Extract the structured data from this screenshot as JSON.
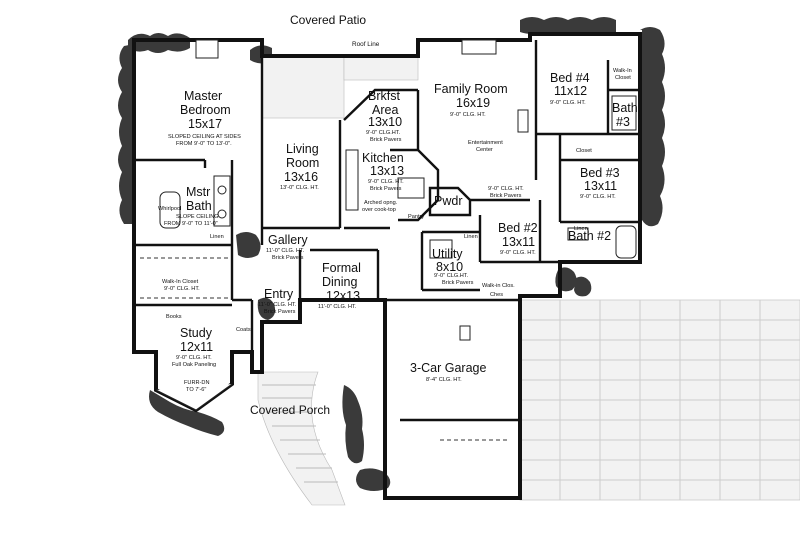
{
  "plan": {
    "exterior_labels": {
      "covered_patio": "Covered Patio",
      "roof_line": "Roof Line",
      "covered_porch": "Covered Porch"
    },
    "rooms": {
      "master_bedroom": {
        "name_1": "Master",
        "name_2": "Bedroom",
        "dim": "15x17",
        "note_1": "SLOPED CEILING AT SIDES",
        "note_2": "FROM 9'-0\" TO 13'-0\"."
      },
      "mstr_bath": {
        "name_1": "Mstr",
        "name_2": "Bath",
        "note_1": "SLOPE CEILING",
        "note_2": "FROM 9'-0\" TO 11'-0\"",
        "whirlpool": "Whirlpool",
        "linen": "Linen"
      },
      "walk_in_closet": {
        "name": "Walk-In Closet",
        "note": "9'-0\" CLG. HT."
      },
      "study": {
        "name": "Study",
        "dim": "12x11",
        "note_1": "9'-0\" CLG. HT.",
        "note_2": "Full Oak Paneling",
        "books": "Books",
        "furr_1": "FURR-DN",
        "furr_2": "TO 7'-6\""
      },
      "living_room": {
        "name_1": "Living",
        "name_2": "Room",
        "dim": "13x16",
        "note": "13'-0\" CLG. HT."
      },
      "gallery": {
        "name": "Gallery",
        "note_1": "11'-0\" CLG. HT.",
        "note_2": "Brick Pavers"
      },
      "entry": {
        "name": "Entry",
        "note_1": "11'-0\" CLG. HT.",
        "note_2": "Brick Pavers",
        "coats": "Coats"
      },
      "brkfst_area": {
        "name_1": "Brkfst",
        "name_2": "Area",
        "dim": "13x10",
        "note_1": "9'-0\" CLG.HT.",
        "note_2": "Brick Pavers"
      },
      "kitchen": {
        "name": "Kitchen",
        "dim": "13x13",
        "note_1": "9'-0\" CLG. HT.",
        "note_2": "Brick Pavers",
        "pantry": "Pantry",
        "arch_1": "Arched opng.",
        "arch_2": "over cook-top"
      },
      "pwdr": {
        "name": "Pwdr"
      },
      "formal_dining": {
        "name_1": "Formal",
        "name_2": "Dining",
        "dim": "12x13",
        "note": "11'-0\" CLG. HT."
      },
      "family_room": {
        "name": "Family Room",
        "dim": "16x19",
        "note": "9'-0\" CLG. HT.",
        "ent_1": "Entertainment",
        "ent_2": "Center"
      },
      "hall_note": {
        "note_1": "9'-0\" CLG. HT.",
        "note_2": "Brick Pavers"
      },
      "utility": {
        "name": "Utility",
        "dim": "8x10",
        "note_1": "9'-0\" CLG.HT.",
        "note_2": "Brick Pavers",
        "linen": "Linen"
      },
      "bed_4": {
        "name": "Bed #4",
        "dim": "11x12",
        "note": "9'-0\" CLG. HT.",
        "closet_1": "Walk-In",
        "closet_2": "Closet"
      },
      "bath_3": {
        "name_1": "Bath",
        "name_2": "#3"
      },
      "bed_3": {
        "name": "Bed #3",
        "dim": "13x11",
        "note": "9'-0\" CLG. HT.",
        "closet": "Closet"
      },
      "bed_2": {
        "name": "Bed #2",
        "dim": "13x11",
        "note": "9'-0\" CLG. HT.",
        "walk_in": "Walk-in Clos.",
        "ches": "Ches"
      },
      "bath_2": {
        "name": "Bath #2",
        "linen": "Linen"
      },
      "garage": {
        "name": "3-Car Garage",
        "note": "8'-4\" CLG. HT."
      }
    }
  }
}
